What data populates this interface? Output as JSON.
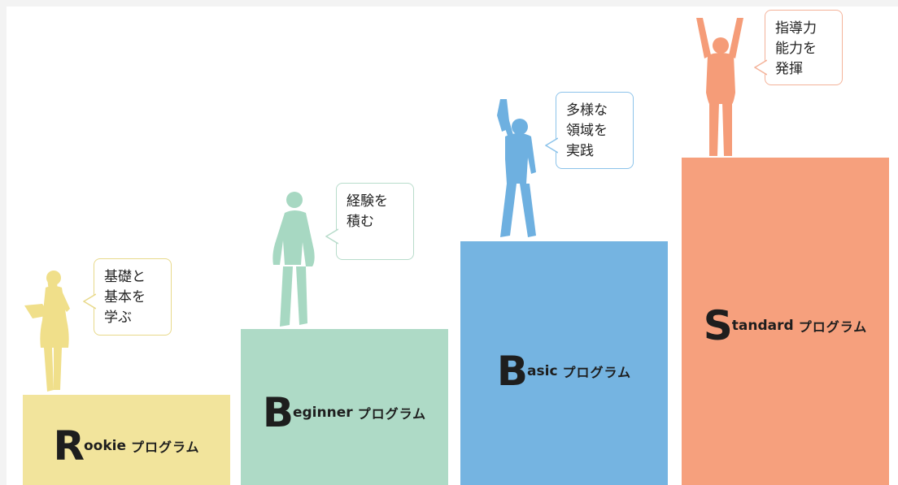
{
  "colors": {
    "rookie": "#f2e49c",
    "beginner": "#aedac6",
    "basic": "#75b4e1",
    "standard": "#f6a07d",
    "rookie_figure": "#f0df8a",
    "beginner_figure": "#a7d8c2",
    "basic_figure": "#6eb0e0",
    "standard_figure": "#f59c78",
    "text": "#1e1e1e"
  },
  "steps": [
    {
      "id": "rookie",
      "initial": "R",
      "rest": "ookie",
      "program": "プログラム",
      "bubble": [
        "基礎と",
        "基本を",
        "学ぶ"
      ],
      "figure_icon": "person-reading-icon"
    },
    {
      "id": "beginner",
      "initial": "B",
      "rest": "eginner",
      "program": "プログラム",
      "bubble": [
        "経験を",
        "積む"
      ],
      "figure_icon": "person-thinking-icon"
    },
    {
      "id": "basic",
      "initial": "B",
      "rest": "asic",
      "program": "プログラム",
      "bubble": [
        "多様な",
        "領域を",
        "実践"
      ],
      "figure_icon": "person-fist-raised-icon"
    },
    {
      "id": "standard",
      "initial": "S",
      "rest": "tandard",
      "program": "プログラム",
      "bubble": [
        "指導力",
        "能力を",
        "発揮"
      ],
      "figure_icon": "person-arms-raised-icon"
    }
  ]
}
